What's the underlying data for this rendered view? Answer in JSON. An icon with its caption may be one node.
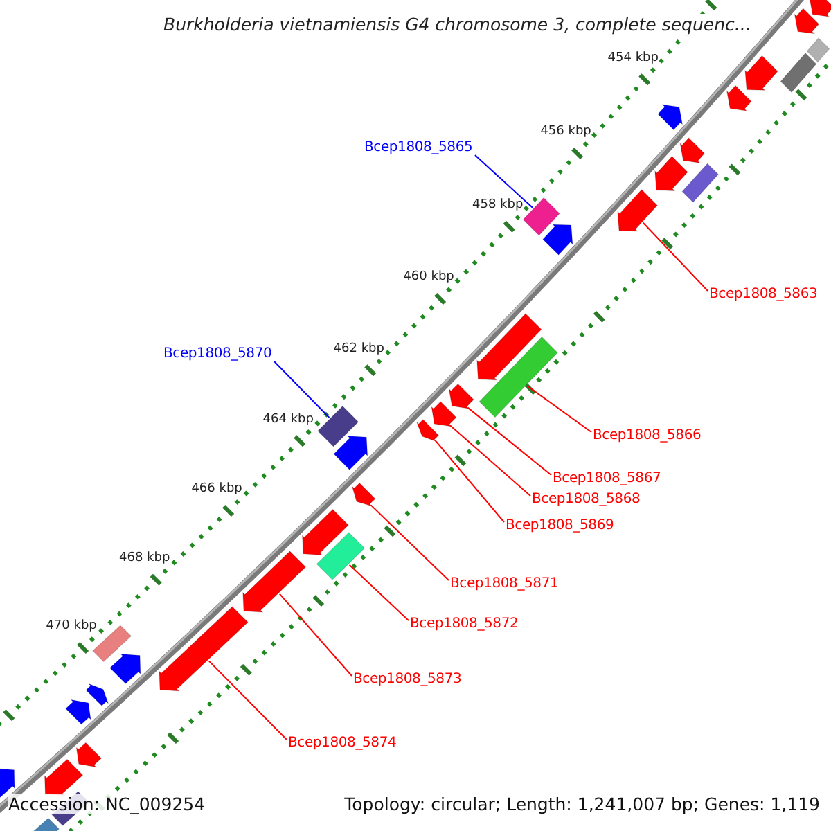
{
  "diagram": {
    "title": "Burkholderia vietnamiensis G4 chromosome 3, complete sequenc...",
    "nodes": [
      {
        "text": [
          "Bcep1808_5865"
        ]
      },
      {
        "text": [],
        "shape": "box"
      },
      {
        "text": [
          "Bcep1808_5863"
        ]
      },
      {
        "text": [],
        "shape": "arrow"
      },
      {
        "text": [
          "Bcep1808_5870"
        ]
      },
      {
        "text": [],
        "shape": "box"
      },
      {
        "text": [
          "Bcep1808_5866"
        ]
      },
      {
        "text": [],
        "shape": "box"
      },
      {
        "text": [
          "Bcep1808_5867"
        ]
      },
      {
        "text": [],
        "shape": "arrow"
      },
      {
        "text": [
          "Bcep1808_5868"
        ]
      },
      {
        "text": [],
        "shape": "arrow"
      },
      {
        "text": [
          "Bcep1808_5869"
        ]
      },
      {
        "text": [],
        "shape": "arrow"
      },
      {
        "text": [
          "Bcep1808_5871"
        ]
      },
      {
        "text": [],
        "shape": "arrow"
      },
      {
        "text": [
          "Bcep1808_5872"
        ]
      },
      {
        "text": [],
        "shape": "box"
      },
      {
        "text": [
          "Bcep1808_5873"
        ]
      },
      {
        "text": [],
        "shape": "arrow"
      },
      {
        "text": [
          "Bcep1808_5874"
        ]
      },
      {
        "text": [],
        "shape": "arrow"
      },
      {
        "text": [],
        "shape": "bar"
      },
      {
        "text": [],
        "shape": "bar"
      },
      {
        "text": [],
        "shape": "arrow"
      },
      {
        "text": [],
        "shape": "arrow"
      },
      {
        "text": [],
        "shape": "arrow"
      },
      {
        "text": [],
        "shape": "arrow"
      },
      {
        "text": [],
        "shape": "arrow"
      },
      {
        "text": [],
        "shape": "arrow"
      },
      {
        "text": [],
        "shape": "bar"
      },
      {
        "text": [],
        "shape": "arrow"
      },
      {
        "text": [],
        "shape": "arrow"
      },
      {
        "text": [],
        "shape": "arrow"
      },
      {
        "text": [],
        "shape": "arrow"
      },
      {
        "text": [],
        "shape": "arrow"
      },
      {
        "text": [],
        "shape": "bar"
      },
      {
        "text": [],
        "shape": "arrow"
      },
      {
        "text": [],
        "shape": "arrow"
      },
      {
        "text": [],
        "shape": "arrow"
      },
      {
        "text": [],
        "shape": "arrow"
      },
      {
        "text": [],
        "shape": "arrow"
      },
      {
        "text": [],
        "shape": "bar"
      },
      {
        "text": [],
        "shape": "arrow"
      },
      {
        "text": [],
        "shape": "bar"
      }
    ],
    "edges": [
      {
        "from": 0,
        "to": 1,
        "arrow": "none",
        "color": "#0000ff"
      },
      {
        "from": 2,
        "to": 3,
        "arrow": "none"
      },
      {
        "from": 4,
        "to": 5,
        "arrow": "none",
        "color": "#0000ff"
      },
      {
        "from": 6,
        "to": 7,
        "arrow": "none"
      },
      {
        "from": 8,
        "to": 9,
        "arrow": "none"
      },
      {
        "from": 10,
        "to": 11,
        "arrow": "none"
      },
      {
        "from": 12,
        "to": 13,
        "arrow": "none"
      },
      {
        "from": 14,
        "to": 15,
        "arrow": "none"
      },
      {
        "from": 16,
        "to": 17,
        "arrow": "none"
      },
      {
        "from": 18,
        "to": 19,
        "arrow": "none"
      },
      {
        "from": 20,
        "to": 21,
        "arrow": "none"
      }
    ],
    "labels": [
      "454 kbp",
      "456 kbp",
      "458 kbp",
      "460 kbp",
      "462 kbp",
      "464 kbp",
      "466 kbp",
      "468 kbp",
      "470 kbp",
      "Accession: NC_009254",
      "Topology: circular; Length: 1,241,007 bp; Genes: 1,119"
    ]
  }
}
